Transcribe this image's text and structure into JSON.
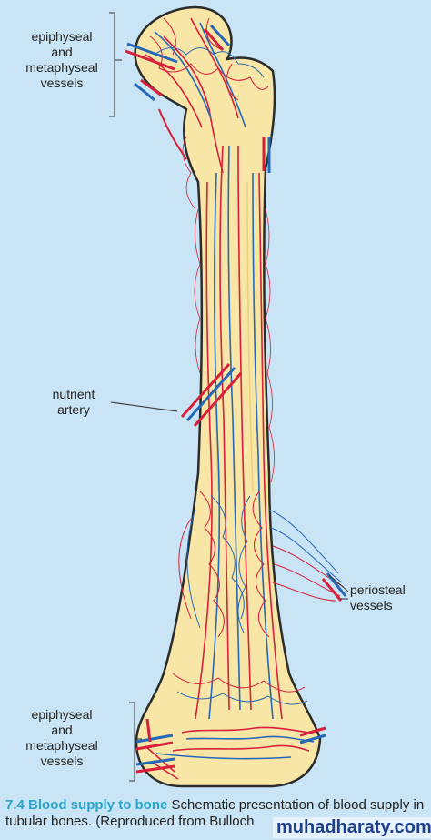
{
  "labels": {
    "epiphyseal_top": "epiphyseal\nand\nmetaphyseal\nvessels",
    "nutrient": "nutrient\nartery",
    "periosteal": "periosteal\nvessels",
    "epiphyseal_bottom": "epiphyseal\nand\nmetaphyseal\nvessels"
  },
  "caption": {
    "figure_number": "7.4",
    "title": "Blood supply to bone",
    "text": " Schematic presentation of blood supply in tubular bones. (Reproduced from Bulloch"
  },
  "watermark": "muhadharaty.com",
  "colors": {
    "background": "#c9e4f4",
    "bone": "#f7e6a6",
    "artery": "#d81f3c",
    "vein": "#2767b8",
    "caption_accent": "#2aa5c9"
  }
}
